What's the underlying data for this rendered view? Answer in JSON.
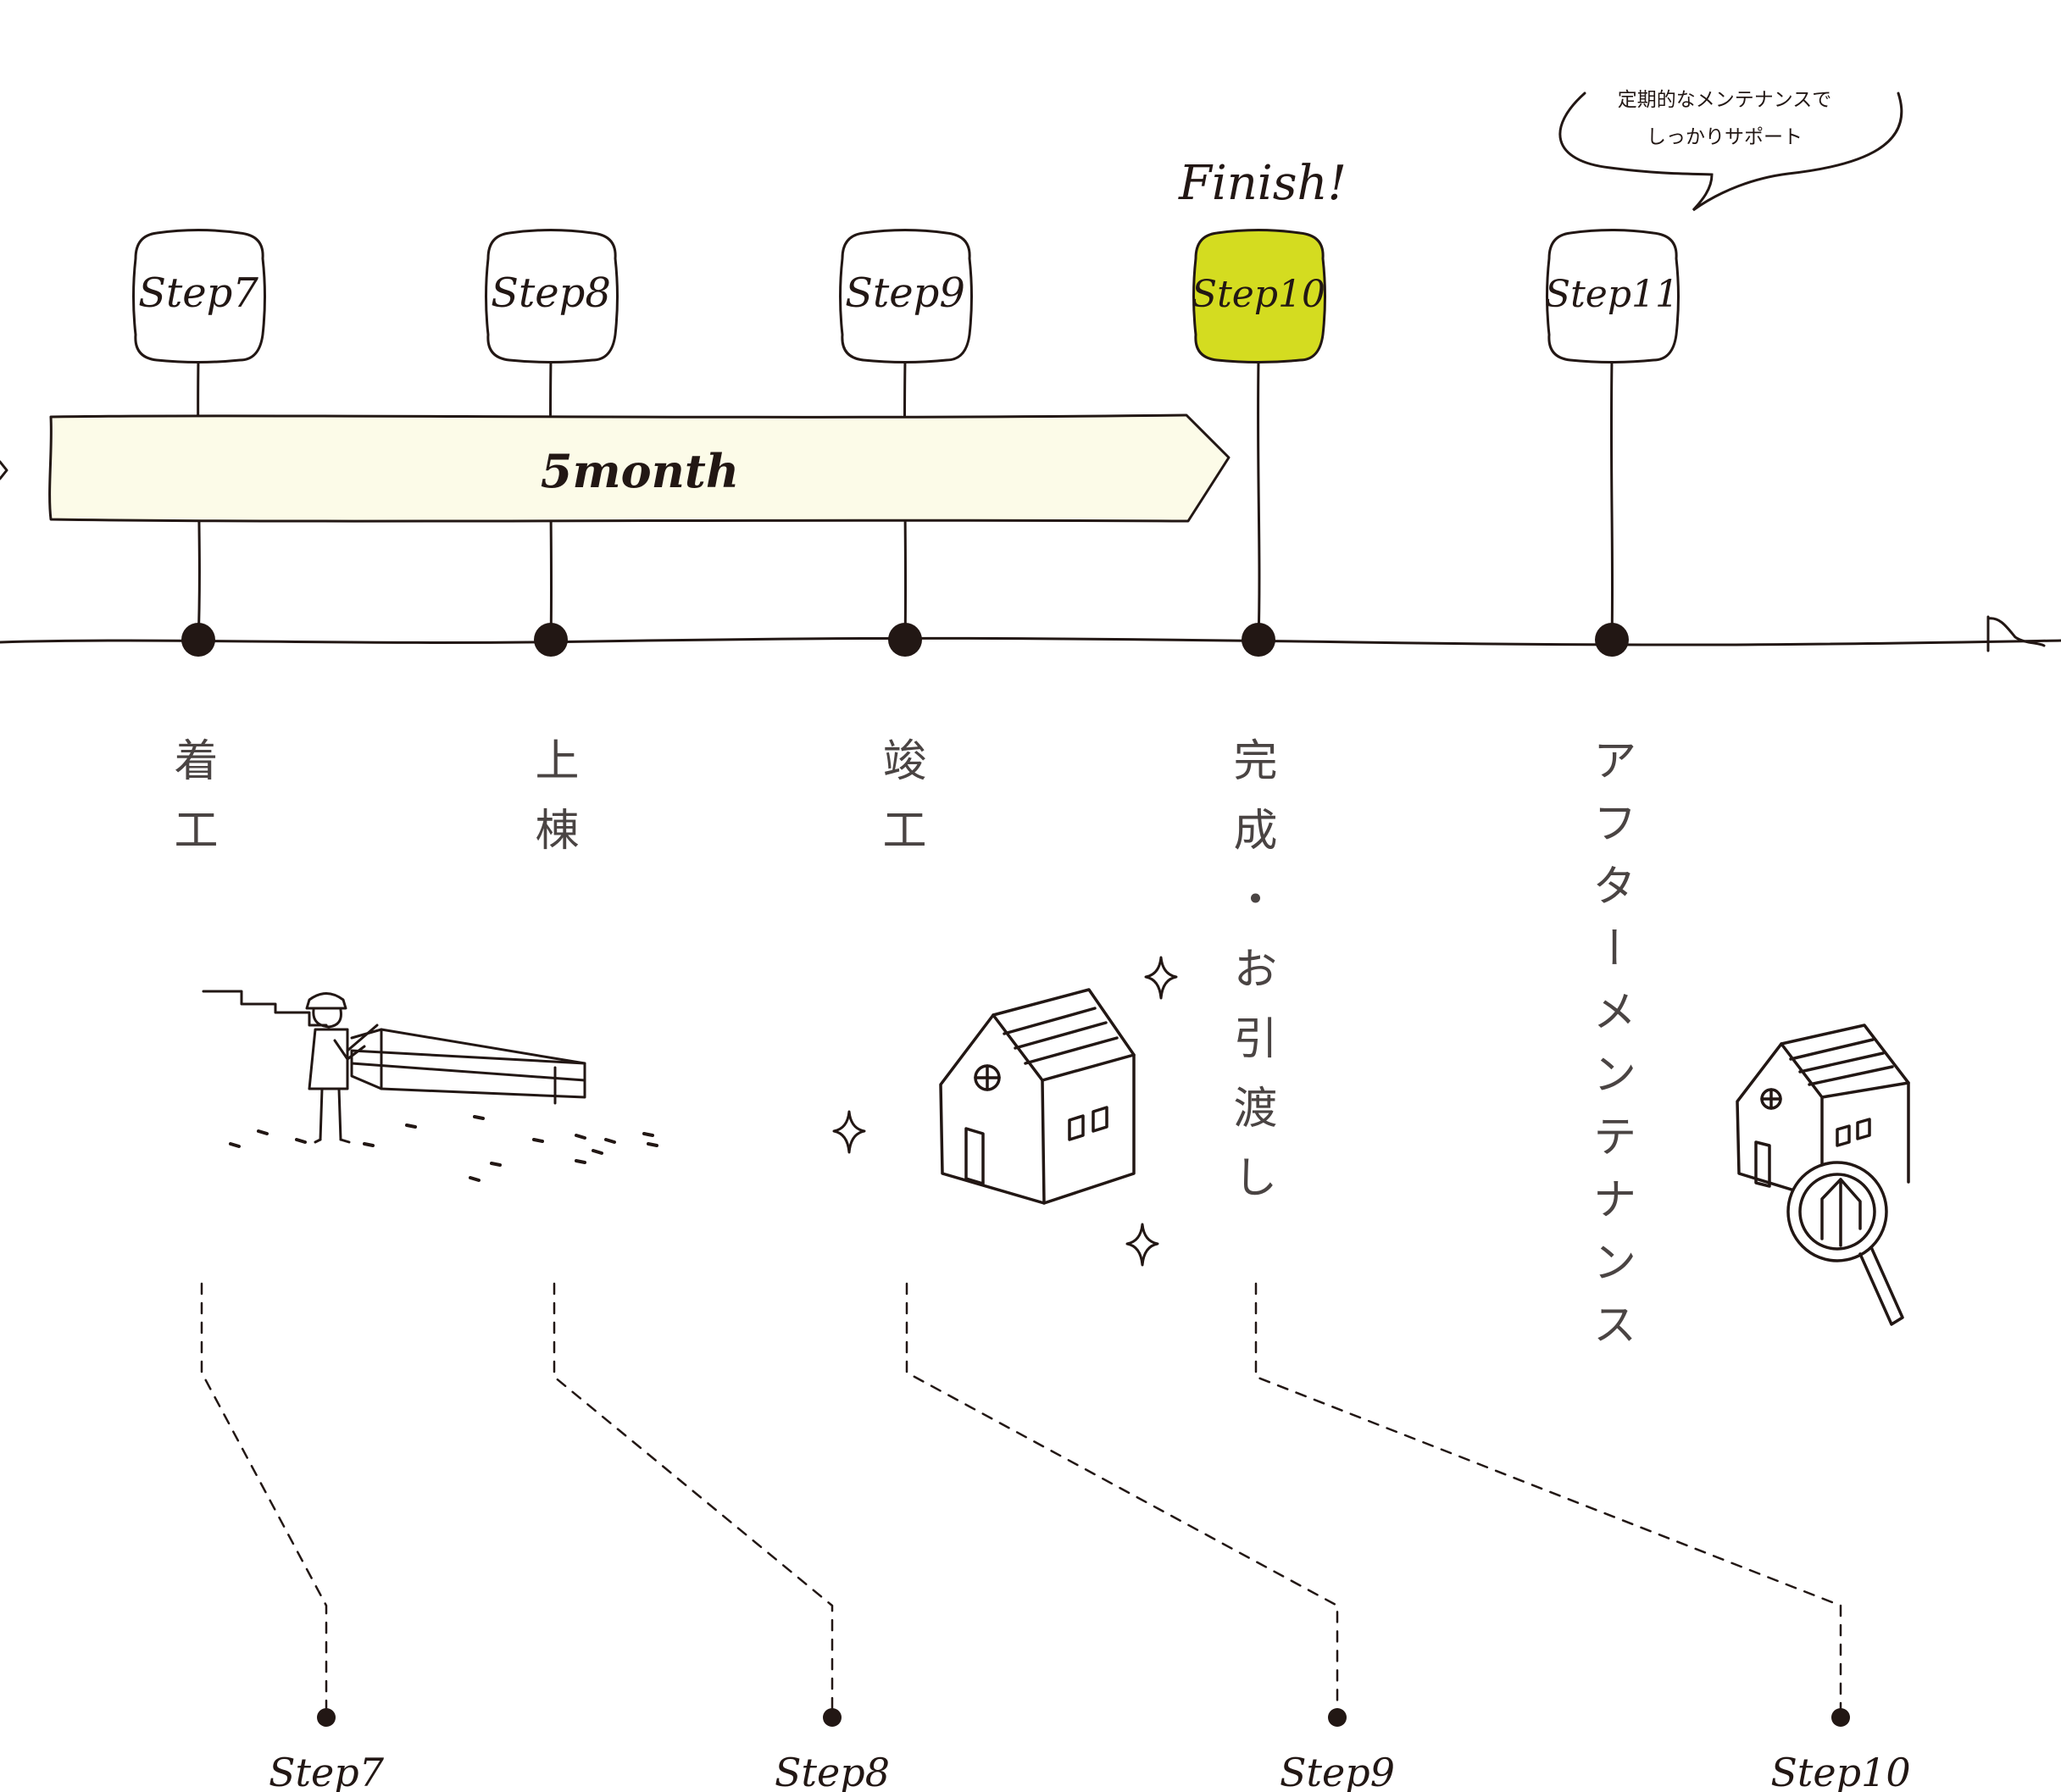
{
  "steps": [
    {
      "label": "Step7"
    },
    {
      "label": "Step8"
    },
    {
      "label": "Step9"
    },
    {
      "label": "Step10"
    },
    {
      "label": "Step11"
    }
  ],
  "highlight_color": "#d4dc20",
  "finish_text": "Finish!",
  "duration_text": "5month",
  "duration_arrow_color": "#fcfbe8",
  "milestones": [
    {
      "label": "着工"
    },
    {
      "label": "上棟"
    },
    {
      "label": "竣工"
    },
    {
      "label": "完成・お引渡し"
    },
    {
      "label": "アフターメンテナンス"
    }
  ],
  "bubble": {
    "line1": "定期的なメンテナンスで",
    "line2": "しっかりサポート"
  },
  "bottom_steps": [
    {
      "label": "Step7"
    },
    {
      "label": "Step8"
    },
    {
      "label": "Step9"
    },
    {
      "label": "Step10"
    }
  ],
  "icons": [
    "construction-worker-icon",
    "house-icon",
    "sparkle-icon",
    "house-inspection-icon"
  ]
}
